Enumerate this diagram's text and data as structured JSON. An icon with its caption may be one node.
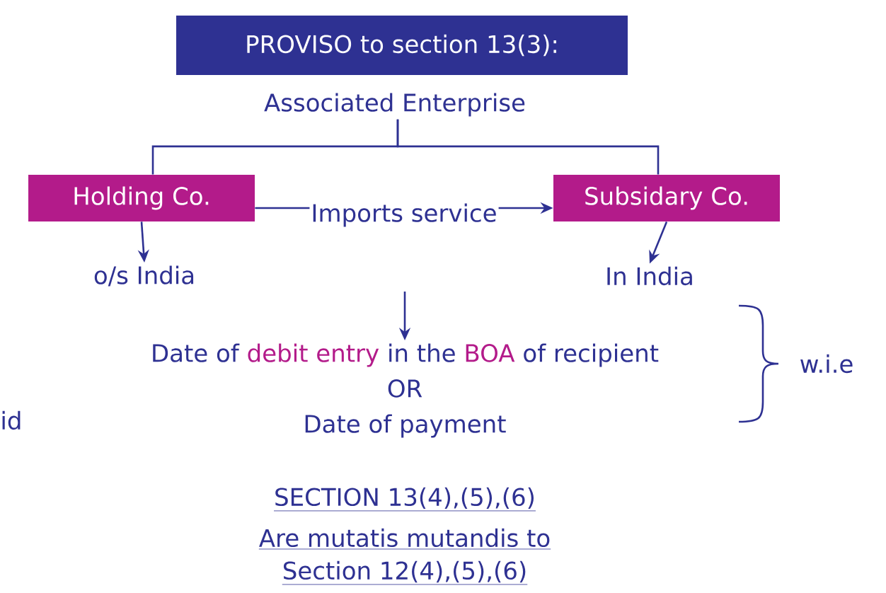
{
  "diagram": {
    "nodes": [
      {
        "text": [
          "PROVISO to section 13(3):"
        ]
      },
      {
        "text": [
          "Associated Enterprise"
        ]
      },
      {
        "text": [
          "Holding Co."
        ]
      },
      {
        "text": [
          "Subsidary Co."
        ]
      },
      {
        "text": [
          "o/s India"
        ]
      },
      {
        "text": [
          "In India"
        ]
      },
      {
        "text": [
          "Date of",
          "debit entry",
          "in the",
          "BOA",
          "of recipient",
          "OR",
          "Date of payment"
        ]
      }
    ],
    "edges": [
      {
        "from": 1,
        "to": 2,
        "arrow": "none"
      },
      {
        "from": 1,
        "to": 3,
        "arrow": "none"
      },
      {
        "from": 2,
        "to": 3,
        "arrow": "to",
        "label": "Imports service"
      },
      {
        "from": 2,
        "to": 4,
        "arrow": "to"
      },
      {
        "from": 3,
        "to": 5,
        "arrow": "to"
      },
      {
        "from": null,
        "to": 6,
        "arrow": "to"
      }
    ],
    "labels": [
      "w.i.e",
      "id",
      "SECTION 13(4),(5),(6)",
      "Are mutatis mutandis to",
      "Section 12(4),(5),(6)"
    ]
  }
}
